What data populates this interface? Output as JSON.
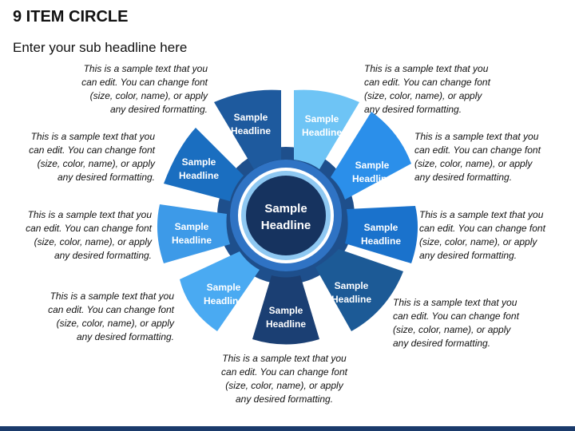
{
  "title": "9 ITEM CIRCLE",
  "subtitle": "Enter your sub headline here",
  "center": {
    "line1": "Sample",
    "line2": "Headline"
  },
  "colors": {
    "item1": "#1e5a9e",
    "item2": "#6ec4f5",
    "item3": "#2b8fea",
    "item4": "#1a72cc",
    "item5": "#1c5a96",
    "item6": "#1b3f73",
    "item7": "#4aaaf2",
    "item8": "#3d9ae8",
    "item9": "#1a6ec0",
    "center": "#16335f",
    "bar": "#1a3a6b"
  },
  "items": [
    {
      "line1": "Sample",
      "line2": "Headline"
    },
    {
      "line1": "Sample",
      "line2": "Headline"
    },
    {
      "line1": "Sample",
      "line2": "Headline"
    },
    {
      "line1": "Sample",
      "line2": "Headline"
    },
    {
      "line1": "Sample",
      "line2": "Headline"
    },
    {
      "line1": "Sample",
      "line2": "Headline"
    },
    {
      "line1": "Sample",
      "line2": "Headline"
    },
    {
      "line1": "Sample",
      "line2": "Headline"
    },
    {
      "line1": "Sample",
      "line2": "Headline"
    }
  ],
  "descriptions": [
    {
      "l1": "This is a sample text that you",
      "l2": "can edit. You can change font",
      "l3": "(size, color, name), or apply",
      "l4": "any desired formatting."
    },
    {
      "l1": "This is a sample text that you",
      "l2": "can edit. You can change font",
      "l3": "(size, color, name), or apply",
      "l4": "any desired formatting."
    },
    {
      "l1": "This is a sample text that you",
      "l2": "can edit. You can change font",
      "l3": "(size, color, name), or apply",
      "l4": "any desired formatting."
    },
    {
      "l1": "This is a sample text that you",
      "l2": "can edit. You can change font",
      "l3": "(size, color, name), or apply",
      "l4": "any desired formatting."
    },
    {
      "l1": "This is a sample text that you",
      "l2": "can edit. You can change font",
      "l3": "(size, color, name), or apply",
      "l4": "any desired formatting."
    },
    {
      "l1": "This is a sample text that you",
      "l2": "can edit. You can change font",
      "l3": "(size, color, name), or apply",
      "l4": "any desired formatting."
    },
    {
      "l1": "This is a sample text that you",
      "l2": "can edit. You can change font",
      "l3": "(size, color, name), or apply",
      "l4": "any desired formatting."
    },
    {
      "l1": "This is a sample text that you",
      "l2": "can edit. You can change font",
      "l3": "(size, color, name), or apply",
      "l4": "any desired formatting."
    },
    {
      "l1": "This is a sample text that you",
      "l2": "can edit. You can change font",
      "l3": "(size, color, name), or apply",
      "l4": "any desired formatting."
    }
  ]
}
